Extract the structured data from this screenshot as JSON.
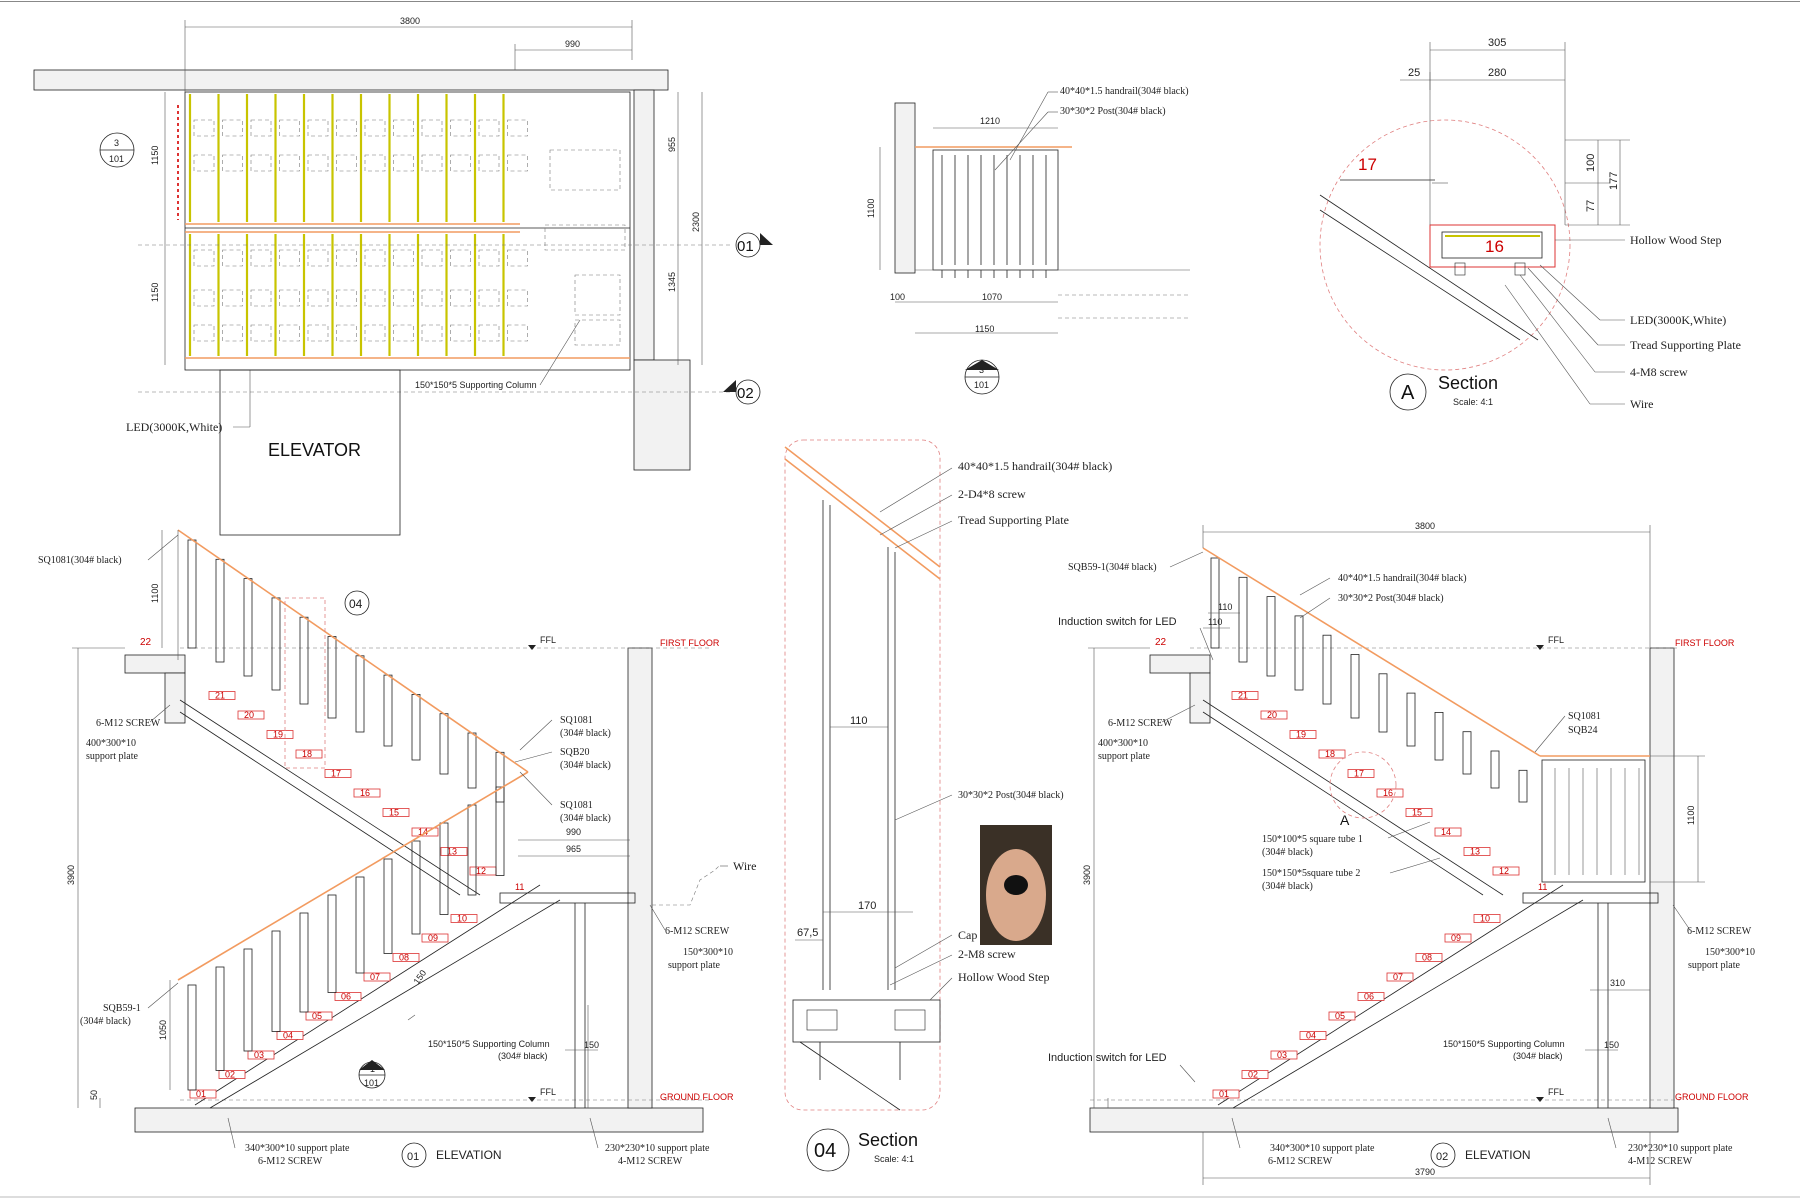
{
  "plan": {
    "dim_total": "3800",
    "dim_top": "990",
    "dim_left_upper": "1150",
    "dim_left_lower": "1150",
    "dim_right_1": "955",
    "dim_right_2": "2300",
    "dim_right_3": "1345",
    "callout_ref": "3",
    "callout_sheet": "101",
    "marker_01": "01",
    "marker_02": "02",
    "led_label": "LED(3000K,White)",
    "column_label": "150*150*5 Supporting Column",
    "elevator_label": "ELEVATOR"
  },
  "side_view": {
    "handrail": "40*40*1.5 handrail(304# black)",
    "post": "30*30*2 Post(304# black)",
    "dim_width": "1210",
    "dim_height": "1100",
    "dim_a": "100",
    "dim_b": "1070",
    "dim_total": "1150",
    "callout_ref": "3",
    "callout_sheet": "101"
  },
  "section_a": {
    "dim_305": "305",
    "dim_25": "25",
    "dim_280": "280",
    "dim_100": "100",
    "dim_177": "177",
    "dim_77": "77",
    "step_17": "17",
    "step_16": "16",
    "label_step": "Hollow Wood Step",
    "label_led": "LED(3000K,White)",
    "label_plate": "Tread Supporting Plate",
    "label_screw": "4-M8 screw",
    "label_wire": "Wire",
    "title_letter": "A",
    "title": "Section",
    "scale": "Scale: 4:1"
  },
  "elev01": {
    "sq_top": "SQ1081(304# black)",
    "dim_1100": "1100",
    "detail_ref": "04",
    "ffl": "FFL",
    "first_floor": "FIRST FLOOR",
    "ground_floor": "GROUND FLOOR",
    "screw_top": "6-M12 SCREW",
    "plate_top": "400*300*10",
    "plate_top_2": "support plate",
    "sq1081_a": "SQ1081",
    "sq1081_a2": "(304# black)",
    "sqb20": "SQB20",
    "sqb20_2": "(304# black)",
    "sq1081_b": "SQ1081",
    "sq1081_b2": "(304# black)",
    "dim_990": "990",
    "dim_965": "965",
    "wire": "Wire",
    "screw_mid": "6-M12 SCREW",
    "plate_mid": "150*300*10",
    "plate_mid_2": "support plate",
    "dim_3900": "3900",
    "sqb59": "SQB59-1",
    "sqb59_2": "(304# black)",
    "dim_1050": "1050",
    "dim_50": "50",
    "column": "150*150*5 Supporting Column",
    "column_2": "(304# black)",
    "dim_150": "150",
    "dim_150b": "150",
    "callout_ref": "1",
    "callout_sheet": "101",
    "plate_bottom": "340*300*10 support plate",
    "screw_bottom": "6-M12 SCREW",
    "plate_bottom_r": "230*230*10 support plate",
    "screw_bottom_r": "4-M12 SCREW",
    "title_num": "01",
    "title": "ELEVATION",
    "steps": [
      "01",
      "02",
      "03",
      "04",
      "05",
      "06",
      "07",
      "08",
      "09",
      "10",
      "11",
      "12",
      "13",
      "14",
      "15",
      "16",
      "17",
      "18",
      "19",
      "20",
      "21",
      "22"
    ]
  },
  "section04": {
    "handrail": "40*40*1.5 handrail(304# black)",
    "screw": "2-D4*8 screw",
    "plate": "Tread Supporting Plate",
    "dim_110": "110",
    "post": "30*30*2 Post(304# black)",
    "dim_170": "170",
    "dim_675": "67,5",
    "cap": "Cap",
    "m8": "2-M8 screw",
    "step": "Hollow Wood Step",
    "title_num": "04",
    "title": "Section",
    "scale": "Scale: 4:1"
  },
  "elev02": {
    "dim_3800": "3800",
    "sqb59": "SQB59-1(304# black)",
    "handrail": "40*40*1.5 handrail(304# black)",
    "post": "30*30*2 Post(304# black)",
    "dim_110a": "110",
    "dim_110b": "110",
    "induction_top": "Induction switch for LED",
    "ffl": "FFL",
    "first_floor": "FIRST FLOOR",
    "ground_floor": "GROUND FLOOR",
    "screw_top": "6-M12 SCREW",
    "plate_top": "400*300*10",
    "plate_top_2": "support plate",
    "sq1081": "SQ1081",
    "sqb24": "SQB24",
    "dim_1100": "1100",
    "detail_a": "A",
    "tube1": "150*100*5 square tube 1",
    "tube1_2": "(304# black)",
    "tube2": "150*150*5square tube 2",
    "tube2_2": "(304# black)",
    "dim_3900": "3900",
    "screw_mid": "6-M12 SCREW",
    "plate_mid": "150*300*10",
    "plate_mid_2": "support plate",
    "dim_310": "310",
    "column": "150*150*5 Supporting Column",
    "column_2": "(304# black)",
    "dim_150": "150",
    "induction_bottom": "Induction switch for LED",
    "plate_bottom": "340*300*10 support plate",
    "screw_bottom": "6-M12 SCREW",
    "plate_bottom_r": "230*230*10 support plate",
    "screw_bottom_r": "4-M12 SCREW",
    "title_num": "02",
    "title": "ELEVATION",
    "dim_3790": "3790"
  }
}
